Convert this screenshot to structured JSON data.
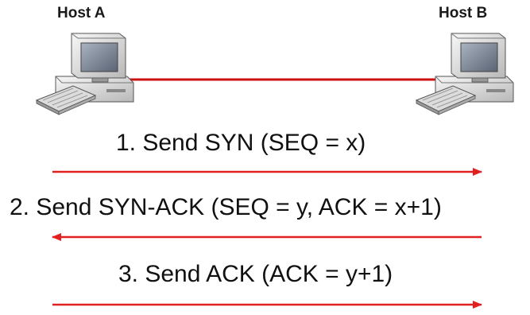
{
  "hosts": {
    "a": {
      "label": "Host A"
    },
    "b": {
      "label": "Host B"
    }
  },
  "steps": [
    {
      "label": "1. Send SYN (SEQ = x)",
      "direction": "A-to-B"
    },
    {
      "label": "2. Send SYN-ACK (SEQ = y, ACK = x+1)",
      "direction": "B-to-A"
    },
    {
      "label": "3. Send ACK (ACK = y+1)",
      "direction": "A-to-B"
    }
  ],
  "colors": {
    "link": "#cc1111",
    "arrow": "#e32020",
    "monitor_body": "#e9e9e9",
    "monitor_shadow": "#9a9a9a",
    "screen": "#7d8796"
  }
}
